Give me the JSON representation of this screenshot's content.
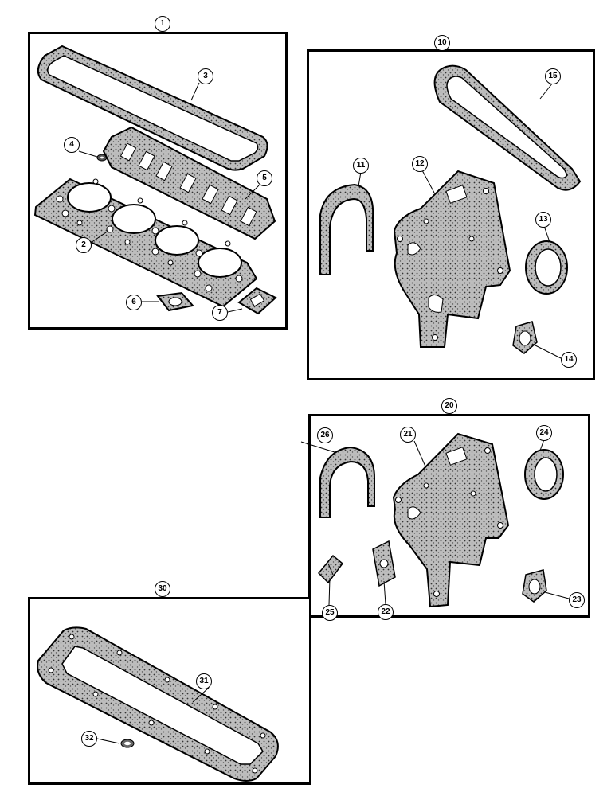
{
  "kits": [
    {
      "label": "1",
      "parts": [
        "2",
        "3",
        "4",
        "5",
        "6",
        "7"
      ]
    },
    {
      "label": "10",
      "parts": [
        "11",
        "12",
        "13",
        "14",
        "15"
      ]
    },
    {
      "label": "20",
      "parts": [
        "21",
        "22",
        "23",
        "24",
        "25",
        "26"
      ]
    },
    {
      "label": "30",
      "parts": [
        "31",
        "32"
      ]
    }
  ],
  "callouts": {
    "k1": "1",
    "p2": "2",
    "p3": "3",
    "p4": "4",
    "p5": "5",
    "p6": "6",
    "p7": "7",
    "k10": "10",
    "p11": "11",
    "p12": "12",
    "p13": "13",
    "p14": "14",
    "p15": "15",
    "k20": "20",
    "p21": "21",
    "p22": "22",
    "p23": "23",
    "p24": "24",
    "p25": "25",
    "p26": "26",
    "k30": "30",
    "p31": "31",
    "p32": "32"
  }
}
